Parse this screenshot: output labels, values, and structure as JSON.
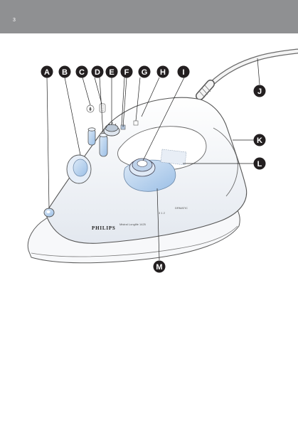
{
  "page": {
    "number": "3"
  },
  "product": {
    "brand": "PHILIPS",
    "model": "Mistral Longlife 1425",
    "plate_marking": "3 1 2",
    "dial_marking": "DRMATIC"
  },
  "callouts": [
    "A",
    "B",
    "C",
    "D",
    "E",
    "F",
    "G",
    "H",
    "I",
    "J",
    "K",
    "L",
    "M"
  ],
  "colors": {
    "header_band": "#8f9092",
    "callout_circle": "#231f20",
    "accent_blue": "#a9c9ea",
    "iron_body": "#f1f3f6",
    "iron_outline": "#555555"
  },
  "icons": {
    "spray_symbol": "drop-icon",
    "steam_symbol": "steam-icon"
  }
}
